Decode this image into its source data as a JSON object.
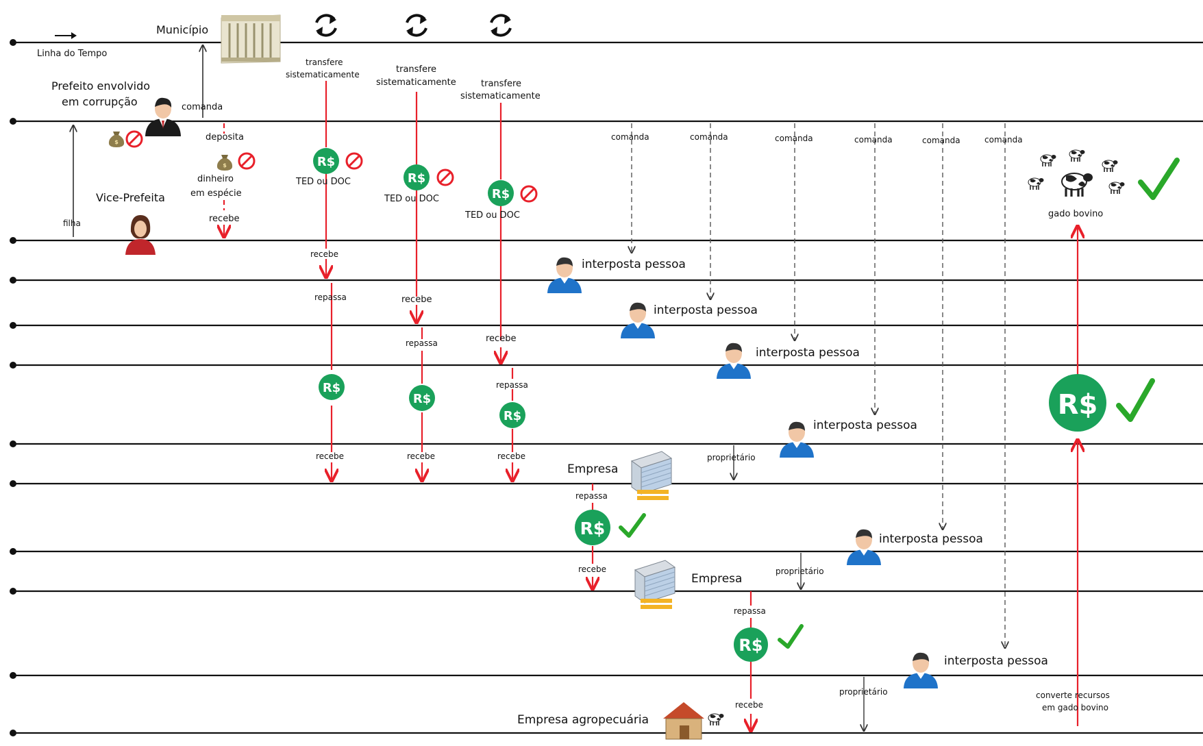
{
  "timeline": {
    "label": "Linha do Tempo"
  },
  "actors": {
    "municipio": "Município",
    "prefeito_line1": "Prefeito envolvido",
    "prefeito_line2": "em corrupção",
    "vice": "Vice-Prefeita",
    "empresa": "Empresa",
    "empresa_agro": "Empresa agropecuária",
    "interposta": "interposta pessoa",
    "gado": "gado bovino"
  },
  "relations": {
    "comanda": "comanda",
    "filha": "filha",
    "deposita": "deposita",
    "dinheiro_line1": "dinheiro",
    "dinheiro_line2": "em espécie",
    "recebe": "recebe",
    "repassa": "repassa",
    "transfere_line1": "transfere",
    "transfere_line2": "sistematicamente",
    "ted": "TED ou DOC",
    "proprietario": "proprietário",
    "converte_line1": "converte recursos",
    "converte_line2": "em gado bovino"
  },
  "symbols": {
    "money": "R$"
  },
  "colors": {
    "flow": "#e8202a",
    "money": "#1aa15a",
    "check": "#2aa82a",
    "ban": "#e8202a",
    "person": "#1f73c9",
    "dashed": "#555555"
  },
  "icons": [
    "arrow-right-icon",
    "city-hall-icon",
    "cycle-icon",
    "person-icon",
    "money-bag-icon",
    "prohibited-icon",
    "money-icon",
    "check-icon",
    "building-icon",
    "farm-icon",
    "cow-icon"
  ]
}
